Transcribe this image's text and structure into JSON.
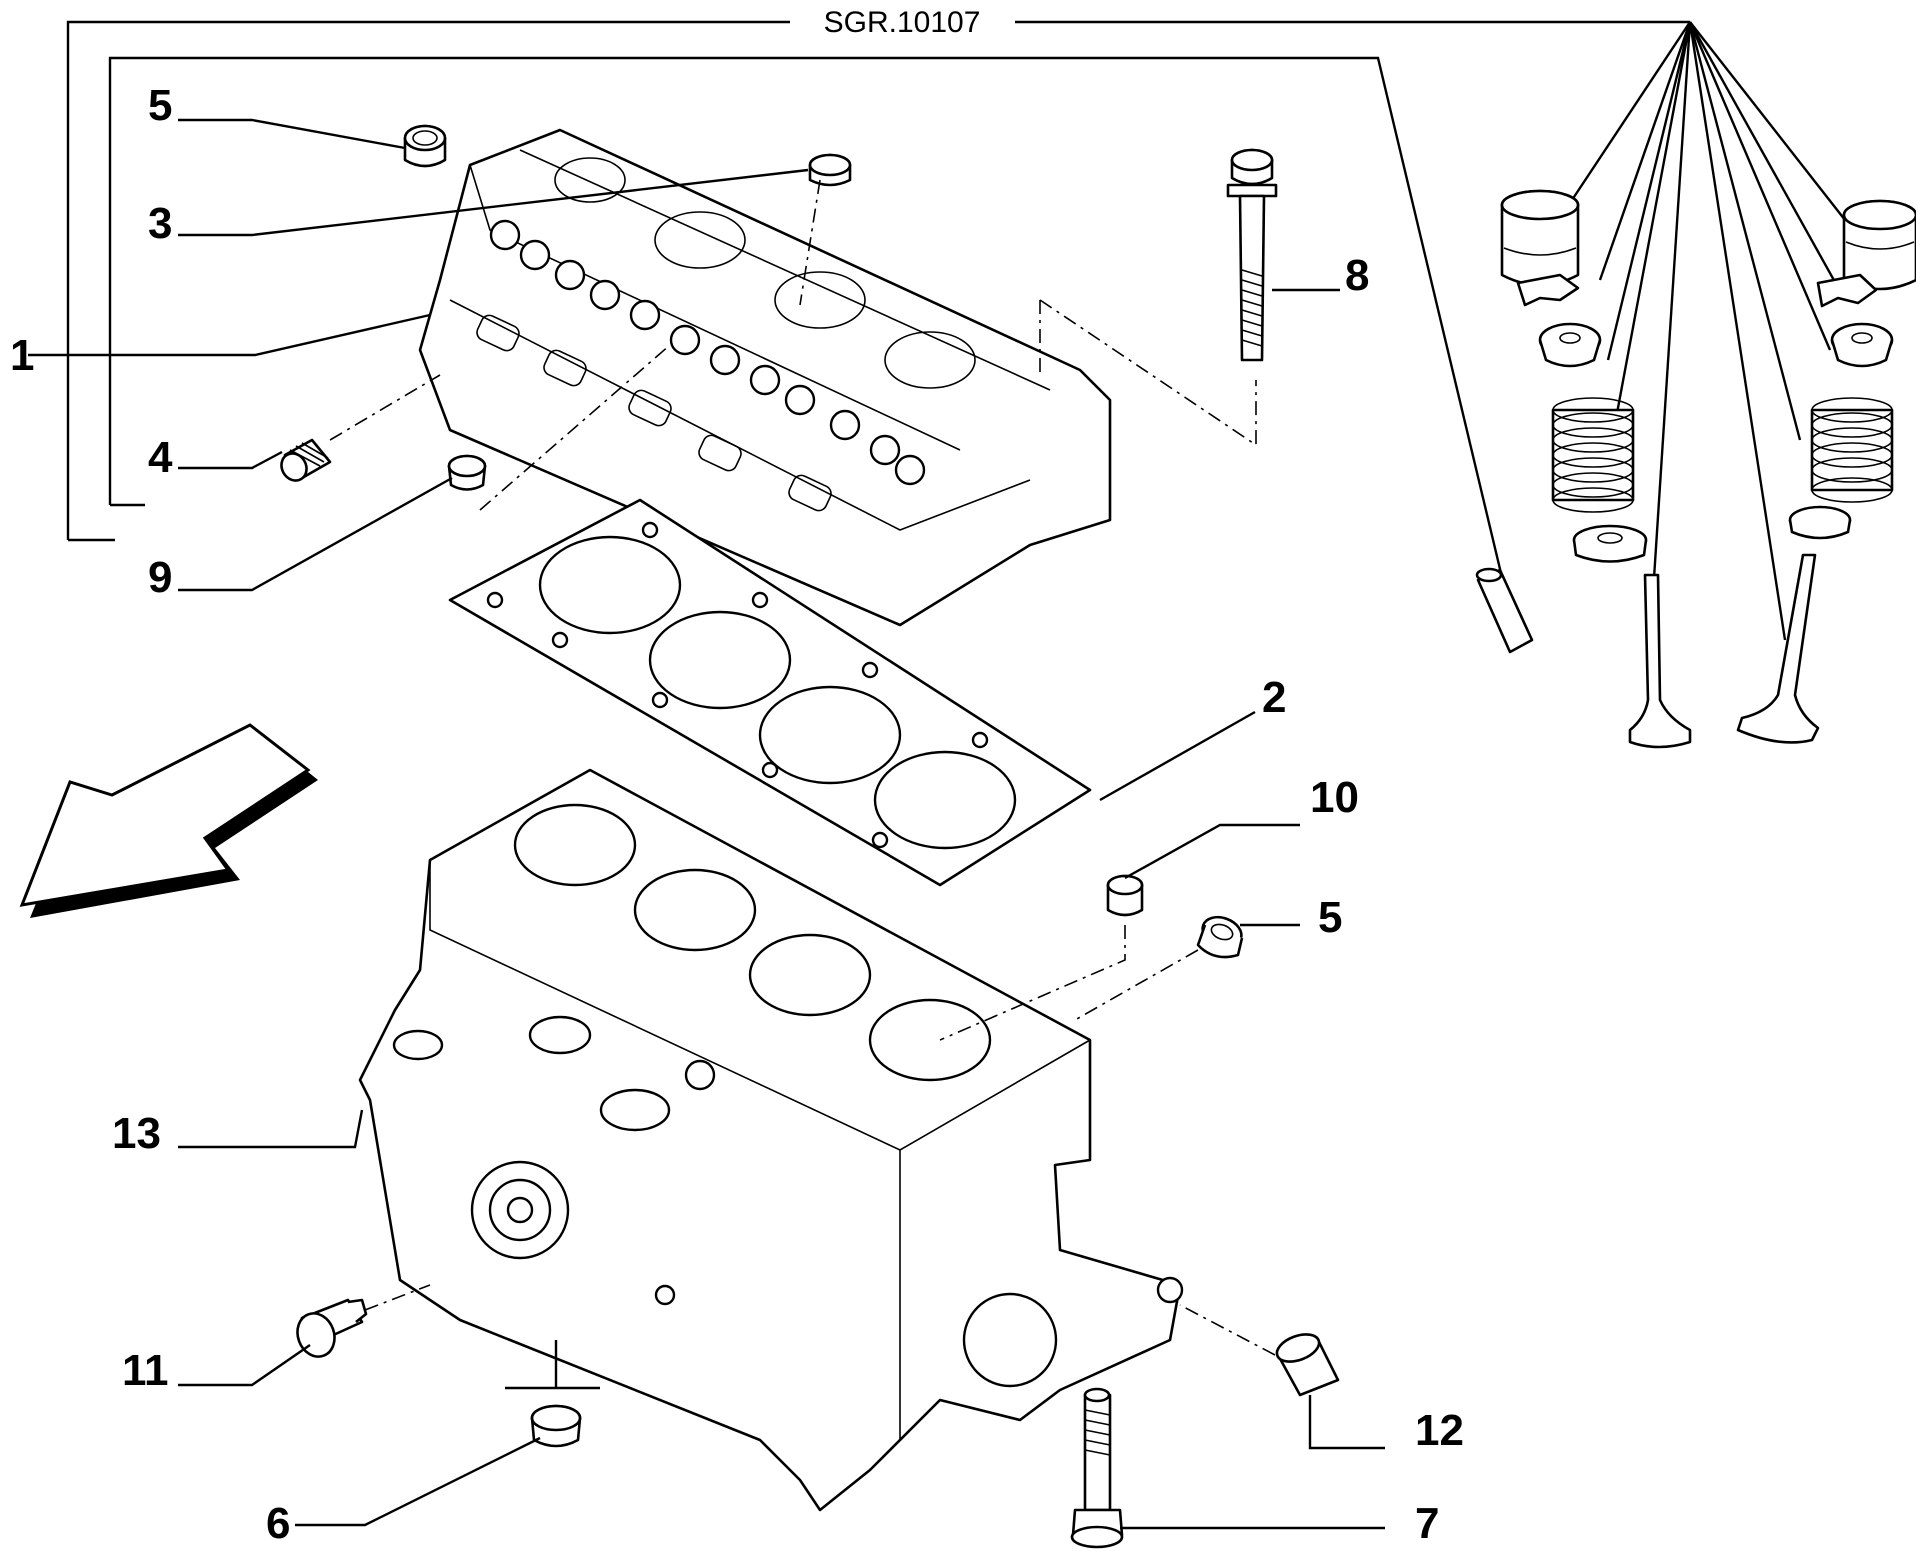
{
  "reference": "SGR.10107",
  "callouts": [
    {
      "id": "c1",
      "label": "1"
    },
    {
      "id": "c2",
      "label": "2"
    },
    {
      "id": "c3",
      "label": "3"
    },
    {
      "id": "c4",
      "label": "4"
    },
    {
      "id": "c5a",
      "label": "5"
    },
    {
      "id": "c5b",
      "label": "5"
    },
    {
      "id": "c6",
      "label": "6"
    },
    {
      "id": "c7",
      "label": "7"
    },
    {
      "id": "c8",
      "label": "8"
    },
    {
      "id": "c9",
      "label": "9"
    },
    {
      "id": "c10",
      "label": "10"
    },
    {
      "id": "c11",
      "label": "11"
    },
    {
      "id": "c12",
      "label": "12"
    },
    {
      "id": "c13",
      "label": "13"
    }
  ],
  "icons": {
    "direction_arrow": "front-direction-arrow-icon"
  }
}
